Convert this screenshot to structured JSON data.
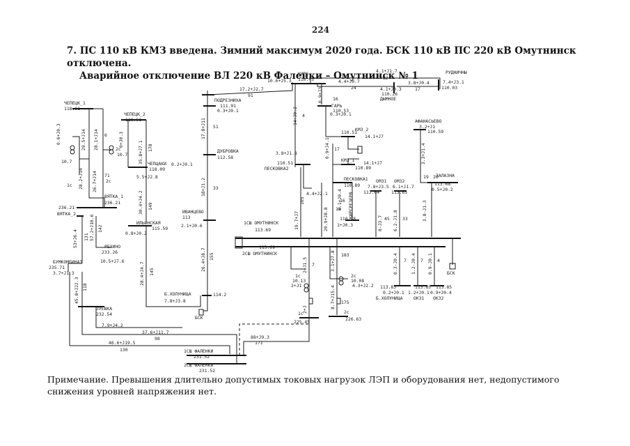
{
  "page_number": "224",
  "title": {
    "line1": "7. ПС 110 кВ КМЗ введена. Зимний максимум 2020 года. БСК 110 кВ ПС 220 кВ Омутнинск отключена.",
    "line2": "Аварийное отключение ВЛ 220 кВ Фаленки – Омутнинск № 1"
  },
  "note": "Примечание. Превышения длительно допустимых токовых нагрузок ЛЭП и оборудования нет, недопустимого снижения уровней напряжения нет.",
  "nodes": {
    "chepetsk1": {
      "name": "ЧЕПЕЦК_1",
      "v": "118.61"
    },
    "chepetsk2": {
      "name": "ЧЕПЕЦК_2",
      "v": "118.61"
    },
    "vyatka1": {
      "name": "ВЯТКА_1",
      "v": "236.21"
    },
    "vyatka2": {
      "name": "ВЯТКА_2",
      "v": "236.21"
    },
    "bumkombinat": {
      "name": "БУМКОМБИНАТ",
      "v": "235.71",
      "load": "3.7+J1.3"
    },
    "rekhino": {
      "name": "РЕХИНО",
      "v": "233.26",
      "load": "10.5+J7.6"
    },
    "zuevka": {
      "name": "ЗУЕВКА",
      "v": "232.54",
      "load": "7.9+J4.2"
    },
    "cheptsaki": {
      "name": "ЧЕПЦАКИ",
      "v": "118.09",
      "load": "5.5+J2.8"
    },
    "ilinskaya": {
      "name": "ИЛЬИНСКАЯ",
      "v": "115.59",
      "load": "0.8+J0.2"
    },
    "kirs": {
      "name": "КИРС",
      "v": "110.45"
    },
    "podrezhikha": {
      "name": "ПОДРЕЗНИХА",
      "v": "111.91",
      "load": "0.3+J0.1"
    },
    "dubrovka": {
      "name": "ДУБРОВКА",
      "v": "112.58",
      "load": "0.2+J0.1"
    },
    "ivantsevo": {
      "name": "ИВАНЦЕВО",
      "v": "113",
      "load": "2.1+J0.6"
    },
    "kholunitsa_b": {
      "name": "Б.ХОЛУНИЦА",
      "v": "114.2",
      "load": "7.8+J3.8"
    },
    "bsk_b": {
      "name": "БСК"
    },
    "rudnichny": {
      "name": "РУДНИЧНЫ",
      "v": "110.03",
      "load": "7.4+J3.1"
    },
    "dymnoe": {
      "name": "ДЫМНОЕ",
      "v": "110.26",
      "load": "4.1+J0.3"
    },
    "gar": {
      "name": "ГАРЬ",
      "v": "110.53",
      "load": "0.3+J0.1"
    },
    "kmz2": {
      "name": "КМЗ_2",
      "v": "110.51",
      "load": "14.1+J7"
    },
    "kmz1": {
      "name": "КМЗ_1",
      "v": "110.89",
      "load": "14.1+J7"
    },
    "peskovka2": {
      "name": "ПЕСКОВКА2",
      "v": "110.51",
      "load": "3.8+J1.8"
    },
    "peskovka1": {
      "name": "ПЕСКОВКА1",
      "v": "110.89"
    },
    "peskovka_load": {
      "load": "4.4+J2.1"
    },
    "omz1": {
      "name": "ОМЗ1",
      "v": "113.64",
      "load": "7.8+J3.5"
    },
    "omz2": {
      "name": "ОМЗ2",
      "v": "113.65",
      "load": "6.1+J1.7"
    },
    "kirsrezerv": {
      "name": "КИРСРЕЗЕРВ",
      "v": "110.78",
      "load": "1+J0.3"
    },
    "afanasevo": {
      "name": "АФАНАСЬЕВО",
      "v": "110.59",
      "load": "3.2+J1"
    },
    "zalazna": {
      "name": "ЗАЛАЗНА",
      "v": "113.68",
      "load": "0.5+J0.2"
    },
    "omutninsk1": {
      "name": "1СШ ОМУТНИНСК",
      "v": "113.69"
    },
    "omutninsk2": {
      "name": "2СШ ОМУТНИНСК",
      "v": "113.69"
    },
    "t1c": {
      "name": "1с",
      "v": "10.13",
      "load": "2+J1"
    },
    "t1c_hv": {
      "name": "1с",
      "v": "225.45"
    },
    "t2c": {
      "name": "2с",
      "v": "10.08",
      "load": "4.3+J2.2"
    },
    "t2c_hv": {
      "name": "2с",
      "v": "226.63"
    },
    "kholunitsa_o": {
      "name": "Б.ХОЛУНИЦА",
      "v": "113.83",
      "load": "0.2+J0.1"
    },
    "ok31": {
      "name": "ОК31",
      "v": "113.85",
      "load": "1.2+J0.1"
    },
    "ok32": {
      "name": "ОК32",
      "v": "113.85",
      "load": "0.9+J0.4"
    },
    "bsk_o": {
      "name": "БСК"
    },
    "falenki1": {
      "name": "1СШ ФАЛЕНКИ",
      "v": "231.52"
    },
    "falenki2": {
      "name": "2СШ ФАЛЕНКИ",
      "v": "231.52"
    },
    "chep_t1": {
      "name": "1с",
      "v": "10.7",
      "load": "0.6+J0.3"
    },
    "chep_t2": {
      "name": "2с",
      "v": "10.7",
      "load": "0+J0.3"
    },
    "chep_1c": {
      "name": "1с"
    },
    "chep_2c": {
      "name": "2с"
    }
  },
  "flows": {
    "f1": {
      "p": "29.5+J14",
      "n": "7"
    },
    "f2": {
      "p": "28.1+J14",
      "n": "6"
    },
    "f3": {
      "p": "28.2+J14",
      "n": "71"
    },
    "f4": {
      "p": "26.7+J14",
      "n": "71"
    },
    "f5": {
      "p": "35.8+J7.1",
      "n": "178"
    },
    "f6": {
      "p": "30.4+J4.2",
      "n": "149"
    },
    "f7": {
      "p": "53+J6.4",
      "n": "131"
    },
    "f8": {
      "p": "57.2+J10.6",
      "n": "142"
    },
    "f9": {
      "p": "45.8+J22.3",
      "n": "118"
    },
    "f10": {
      "p": "28.4+J4.7",
      "n": "145"
    },
    "f11": {
      "p": "37.6+J11.7",
      "n": "98"
    },
    "f12": {
      "p": "46.6+J19.5",
      "n": "130"
    },
    "f13": {
      "p": "88+J9.3",
      "n": "171"
    },
    "f14": {
      "p": "17.2+J2.7",
      "n": "91"
    },
    "f15": {
      "p": "10.6+J5.3",
      "n": ""
    },
    "f16": {
      "p": "17.8+J11",
      "n": "51"
    },
    "f17": {
      "p": "18+J1.2",
      "n": "33"
    },
    "f18": {
      "p": "26.4+J8.7",
      "n": "155"
    },
    "f19": {
      "p": "14+J0.2",
      "n": "4"
    },
    "f20": {
      "p": "4.1+J1.7",
      "n": ""
    },
    "f21": {
      "p": "4.4+J0.7",
      "n": "24"
    },
    "f22": {
      "p": "3.8+J0.4",
      "n": "17"
    },
    "f23": {
      "p": "22",
      "n": ""
    },
    "f24": {
      "p": "0.9+J3",
      "n": "16"
    },
    "f25": {
      "p": "0.9+J4.1",
      "n": "17"
    },
    "f26": {
      "p": "19.7+J7",
      "n": "105"
    },
    "f27": {
      "p": "20.9+J8.8",
      "n": "15"
    },
    "f28": {
      "p": "8.1+J0.4",
      "n": "16"
    },
    "f29": {
      "p": "8-J3.7",
      "n": "45"
    },
    "f30": {
      "p": "6.2-J1.8",
      "n": "33"
    },
    "f31": {
      "p": "3.3+J1.4",
      "n": "19"
    },
    "f32": {
      "p": "3.8-J1.3",
      "n": "20"
    },
    "f33": {
      "p": "2+J1.5",
      "n": "7"
    },
    "f34": {
      "p": "3.1+J7.8",
      "n": "183"
    },
    "f35": {
      "p": "8.7+J15.4",
      "n": "175"
    },
    "f36": {
      "p": "2+J",
      "n": "175"
    },
    "f37": {
      "p": "0.3-J0.4",
      "n": "7"
    },
    "f38": {
      "p": "1.2-J0.4",
      "n": "7"
    },
    "f39": {
      "p": "0.9-J0.1",
      "n": "4"
    }
  }
}
